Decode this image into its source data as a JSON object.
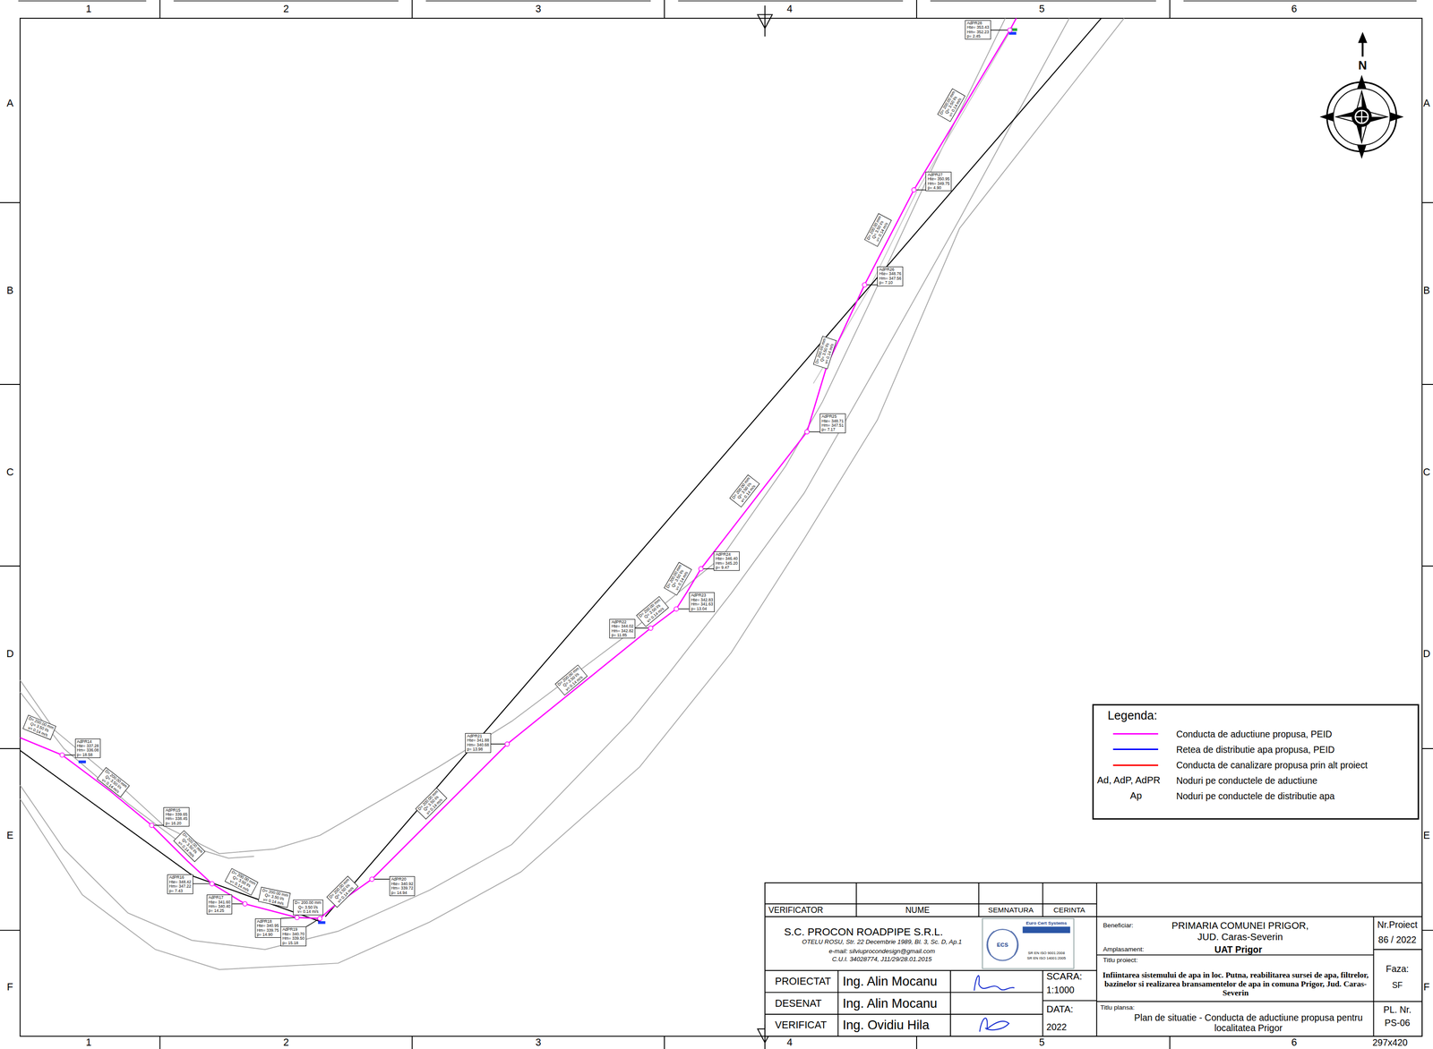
{
  "diagram": {
    "nodes": [
      {
        "text": [
          "AdPR28",
          "Hte= 353.43",
          "Hm= 352.23",
          "p= 2.45"
        ]
      },
      {
        "text": [
          "AdPR27",
          "Hte= 350.95",
          "Hm= 349.75",
          "p= 4.90"
        ]
      },
      {
        "text": [
          "AdPR26",
          "Hte= 348.76",
          "Hm= 347.56",
          "p= 7.10"
        ]
      },
      {
        "text": [
          "AdPR25",
          "Hte= 348.71",
          "Hm= 347.51",
          "p= 7.17"
        ]
      },
      {
        "text": [
          "AdPR24",
          "Hte= 346.40",
          "Hm= 345.20",
          "p= 9.47"
        ]
      },
      {
        "text": [
          "AdPR23",
          "Hte= 342.83",
          "Hm= 341.63",
          "p= 13.04"
        ]
      },
      {
        "text": [
          "AdPR22",
          "Hte= 344.02",
          "Hm= 342.82",
          "p= 11.85"
        ]
      },
      {
        "text": [
          "AdPR21",
          "Hte= 341.88",
          "Hm= 340.68",
          "p= 13.98"
        ]
      },
      {
        "text": [
          "AdPR20",
          "Hte= 340.92",
          "Hm= 339.72",
          "p= 14.94"
        ]
      },
      {
        "text": [
          "AdPR19",
          "Hte= 340.70",
          "Hm= 339.50",
          "p= 15.18"
        ]
      },
      {
        "text": [
          "AdPR18",
          "Hte= 340.95",
          "Hm= 339.75",
          "p= 14.90"
        ]
      },
      {
        "text": [
          "AdPR17",
          "Hte= 341.60",
          "Hm= 340.40",
          "p= 14.25"
        ]
      },
      {
        "text": [
          "AdPR16",
          "Hte= 348.42",
          "Hm= 347.22",
          "p= 7.43"
        ]
      },
      {
        "text": [
          "AdPR15",
          "Hte= 339.65",
          "Hm= 338.45",
          "p= 16.20"
        ]
      },
      {
        "text": [
          "AdPR14",
          "Hte= 337.28",
          "Hm= 336.08",
          "p= 18.58"
        ]
      },
      {
        "text": [
          "D= 200.00 mm",
          "Q= 3.50 l/s",
          "v= 0.14 m/s"
        ]
      },
      {
        "text": [
          "D= 200.00 mm",
          "Q= 3.50 l/s",
          "v= 0.14 m/s"
        ]
      },
      {
        "text": [
          "D= 200.00 mm",
          "Q= 3.50 l/s",
          "v= 0.14 m/s"
        ]
      },
      {
        "text": [
          "D= 200.00 mm",
          "Q= 3.50 l/s",
          "v= 0.14 m/s"
        ]
      },
      {
        "text": [
          "D= 200.00 mm",
          "Q= 3.50 l/s",
          "v= 0.14 m/s"
        ]
      },
      {
        "text": [
          "D= 200.00 mm",
          "Q= 3.50 l/s",
          "v= 0.14 m/s"
        ]
      },
      {
        "text": [
          "D= 200.00 mm",
          "Q= 3.50 l/s",
          "v= 0.14 m/s"
        ]
      },
      {
        "text": [
          "D= 200.00 mm",
          "Q= 3.50 l/s",
          "v= 0.14 m/s"
        ]
      },
      {
        "text": [
          "D= 200.00 mm",
          "Q= 3.50 l/s",
          "v= 0.14 m/s"
        ]
      },
      {
        "text": [
          "D= 200.00 mm",
          "Q= 3.50 l/s",
          "v= 0.14 m/s"
        ]
      },
      {
        "text": [
          "D= 200.00 mm",
          "Q= 3.50 l/s",
          "v= 0.14 m/s"
        ]
      },
      {
        "text": [
          "D= 200.00 mm",
          "Q= 3.50 l/s",
          "v= 0.14 m/s"
        ]
      },
      {
        "text": [
          "D= 200.00 mm",
          "Q= 3.50 l/s",
          "v= 0.14 m/s"
        ]
      },
      {
        "text": [
          "D= 200.00 mm",
          "Q= 3.50 l/s",
          "v= 0.14 m/s"
        ]
      },
      {
        "text": [
          "D= 200.00 mm",
          "Q= 3.50 l/s",
          "v= 0.14 m/s"
        ]
      }
    ],
    "labels": [
      "1",
      "2",
      "3",
      "4",
      "5",
      "6",
      "1",
      "2",
      "3",
      "4",
      "5",
      "6",
      "A",
      "B",
      "C",
      "D",
      "E",
      "F",
      "A",
      "B",
      "C",
      "D",
      "E",
      "F",
      "N",
      "VERIFICATOR",
      "NUME",
      "SEMNATURA",
      "CERINTA",
      "S.C. PROCON ROADPIPE S.R.L.",
      "OTELU ROSU, Str. 22 Decembrie 1989, Bl. 3, Sc. D, Ap.1",
      "e-mail: silviuprocondesign@gmail.com",
      "C.U.I. 34028774, J11/29/28.01.2015",
      "Euro Cert Systems",
      "ECS",
      "SR EN ISO 9001:2008",
      "SR EN ISO 14001:2005",
      "PROIECTAT",
      "Ing. Alin Mocanu",
      "DESENAT",
      "Ing. Alin Mocanu",
      "VERIFICAT",
      "Ing. Ovidiu Hila",
      "SCARA:",
      "1:1000",
      "DATA:",
      "2022",
      "Beneficiar:",
      "PRIMARIA COMUNEI PRIGOR, JUD. Caras-Severin",
      "Amplasament:",
      "UAT Prigor",
      "Titlu proiect:",
      "Infiintarea sistemului de apa in loc. Putna, reabilitarea sursei de apa, filtrelor, bazinelor si realizarea bransamentelor de apa in comuna Prigor, Jud. Caras-Severin",
      "Titlu plansa:",
      "Plan de situatie - Conducta de aductiune propusa pentru localitatea Prigor",
      "Nr.Proiect",
      "86 / 2022",
      "Faza:",
      "SF",
      "PL. Nr.",
      "PS-06",
      "297x420",
      "Legenda:",
      "Ad, AdP, AdPR",
      "Ap"
    ],
    "legend": [
      {
        "text": "Conducta de aductiune propusa, PEID",
        "color": "#ff00ff"
      },
      {
        "text": "Retea de distributie apa propusa, PEID",
        "color": "#0000ff"
      },
      {
        "text": "Conducta de canalizare propusa prin alt proiect",
        "color": "#ff0000"
      },
      {
        "text": "Noduri pe conductele de aductiune"
      },
      {
        "text": "Noduri pe conductele de distributie apa"
      }
    ]
  }
}
